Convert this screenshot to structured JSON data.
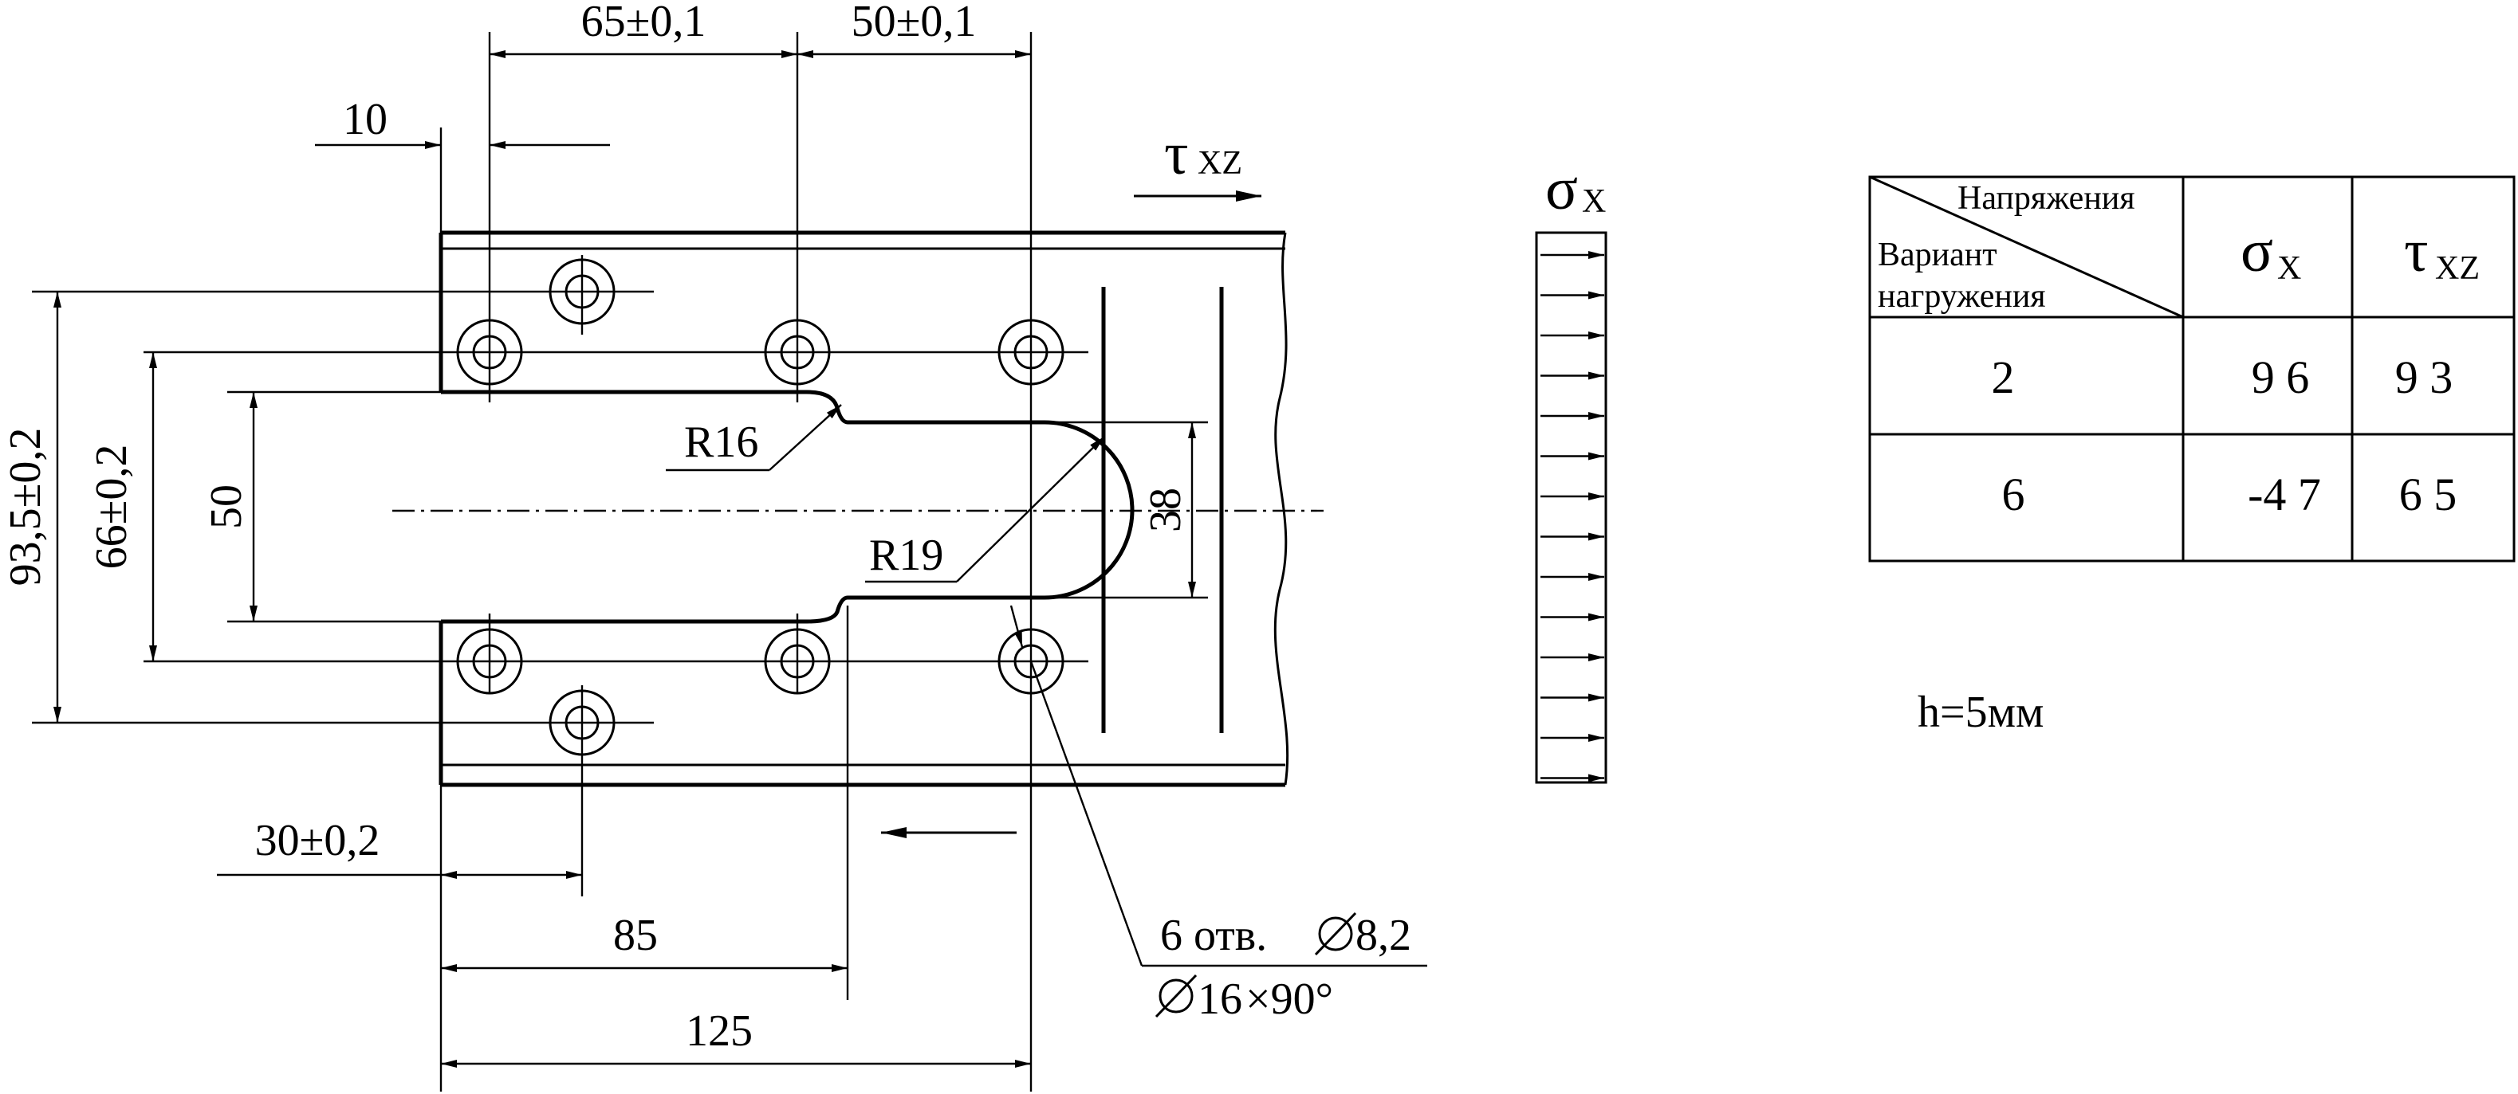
{
  "dimensions": {
    "d65": "65±0,1",
    "d50top": "50±0,1",
    "d10": "10",
    "d93": "93,5±0,2",
    "d66": "66±0,2",
    "d50": "50",
    "r16": "R16",
    "r19": "R19",
    "d38": "38",
    "d30": "30±0,2",
    "d85": "85",
    "d125": "125",
    "holes_line1": "6 отв.",
    "holes_dia1": "8,2",
    "holes_dia2": "16",
    "holes_angle": "×90°"
  },
  "labels": {
    "tau": "τ",
    "tau_sub": "XZ",
    "sigma": "σ",
    "sigma_sub": "X"
  },
  "table": {
    "header_top": "Напряжения",
    "header_bottom1": "Вариант",
    "header_bottom2": "нагружения",
    "col_sigma": "σ",
    "col_sigma_sub": "X",
    "col_tau": "τ",
    "col_tau_sub": "XZ",
    "rows": [
      {
        "variant": "2",
        "sigma": "9 6",
        "tau": "9 3"
      },
      {
        "variant": "6",
        "sigma": "-4 7",
        "tau": "6 5"
      }
    ]
  },
  "note": "h=5мм"
}
